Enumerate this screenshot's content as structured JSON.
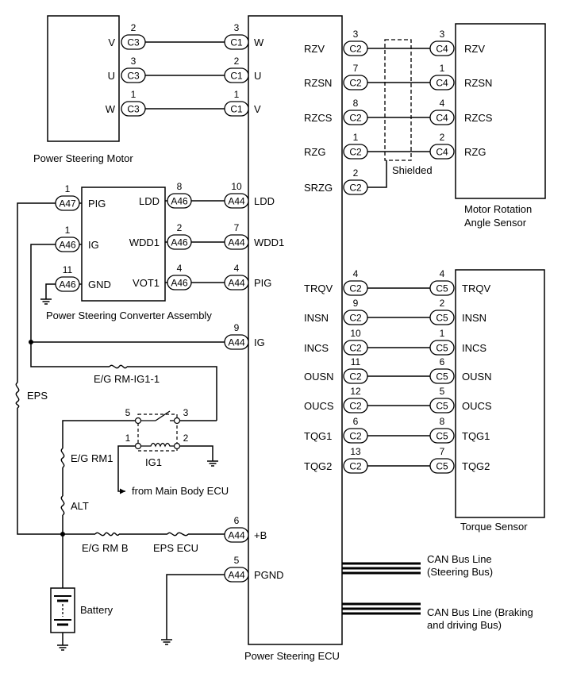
{
  "components": {
    "motor": "Power Steering Motor",
    "ecu": "Power Steering ECU",
    "converter": "Power Steering Converter Assembly",
    "angle_sensor_1": "Motor Rotation",
    "angle_sensor_2": "Angle Sensor",
    "torque_sensor": "Torque Sensor",
    "relay": "IG1",
    "battery": "Battery",
    "main_body": "from Main Body ECU",
    "shielded": "Shielded"
  },
  "fuses": {
    "eps": "EPS",
    "eg_rm_ig1": "E/G RM-IG1-1",
    "eg_rm1": "E/G RM1",
    "alt": "ALT",
    "eg_rm_b": "E/G RM B",
    "eps_ecu": "EPS ECU"
  },
  "relay_pins": {
    "p5": "5",
    "p3": "3",
    "p1": "1",
    "p2": "2"
  },
  "motor_rows": [
    {
      "mpin": "2",
      "mconn": "C3",
      "mname": "V",
      "epin": "3",
      "econn": "C1",
      "ename": "W"
    },
    {
      "mpin": "3",
      "mconn": "C3",
      "mname": "U",
      "epin": "2",
      "econn": "C1",
      "ename": "U"
    },
    {
      "mpin": "1",
      "mconn": "C3",
      "mname": "W",
      "epin": "1",
      "econn": "C1",
      "ename": "V"
    }
  ],
  "angle_rows": [
    {
      "ename": "RZV",
      "epin": "3",
      "econn": "C2",
      "spin": "3",
      "sconn": "C4",
      "sname": "RZV"
    },
    {
      "ename": "RZSN",
      "epin": "7",
      "econn": "C2",
      "spin": "1",
      "sconn": "C4",
      "sname": "RZSN"
    },
    {
      "ename": "RZCS",
      "epin": "8",
      "econn": "C2",
      "spin": "4",
      "sconn": "C4",
      "sname": "RZCS"
    },
    {
      "ename": "RZG",
      "epin": "1",
      "econn": "C2",
      "spin": "2",
      "sconn": "C4",
      "sname": "RZG"
    },
    {
      "ename": "SRZG",
      "epin": "2",
      "econn": "C2"
    }
  ],
  "converter_left": [
    {
      "pin": "1",
      "conn": "A47",
      "name": "PIG"
    },
    {
      "pin": "1",
      "conn": "A46",
      "name": "IG"
    },
    {
      "pin": "11",
      "conn": "A46",
      "name": "GND"
    }
  ],
  "converter_right": [
    {
      "name": "LDD",
      "pin": "8",
      "conn": "A46",
      "epin": "10",
      "econn": "A44",
      "ename": "LDD"
    },
    {
      "name": "WDD1",
      "pin": "2",
      "conn": "A46",
      "epin": "7",
      "econn": "A44",
      "ename": "WDD1"
    },
    {
      "name": "VOT1",
      "pin": "4",
      "conn": "A46",
      "epin": "4",
      "econn": "A44",
      "ename": "PIG"
    }
  ],
  "ecu_left": [
    {
      "pin": "9",
      "conn": "A44",
      "name": "IG"
    },
    {
      "pin": "6",
      "conn": "A44",
      "name": "+B"
    },
    {
      "pin": "5",
      "conn": "A44",
      "name": "PGND"
    }
  ],
  "torque_rows": [
    {
      "ename": "TRQV",
      "epin": "4",
      "econn": "C2",
      "spin": "4",
      "sconn": "C5",
      "sname": "TRQV"
    },
    {
      "ename": "INSN",
      "epin": "9",
      "econn": "C2",
      "spin": "2",
      "sconn": "C5",
      "sname": "INSN"
    },
    {
      "ename": "INCS",
      "epin": "10",
      "econn": "C2",
      "spin": "1",
      "sconn": "C5",
      "sname": "INCS"
    },
    {
      "ename": "OUSN",
      "epin": "11",
      "econn": "C2",
      "spin": "6",
      "sconn": "C5",
      "sname": "OUSN"
    },
    {
      "ename": "OUCS",
      "epin": "12",
      "econn": "C2",
      "spin": "5",
      "sconn": "C5",
      "sname": "OUCS"
    },
    {
      "ename": "TQG1",
      "epin": "6",
      "econn": "C2",
      "spin": "8",
      "sconn": "C5",
      "sname": "TQG1"
    },
    {
      "ename": "TQG2",
      "epin": "13",
      "econn": "C2",
      "spin": "7",
      "sconn": "C5",
      "sname": "TQG2"
    }
  ],
  "can": {
    "steer_1": "CAN Bus Line",
    "steer_2": "(Steering Bus)",
    "brake_1": "CAN Bus Line (Braking",
    "brake_2": "and driving Bus)"
  }
}
